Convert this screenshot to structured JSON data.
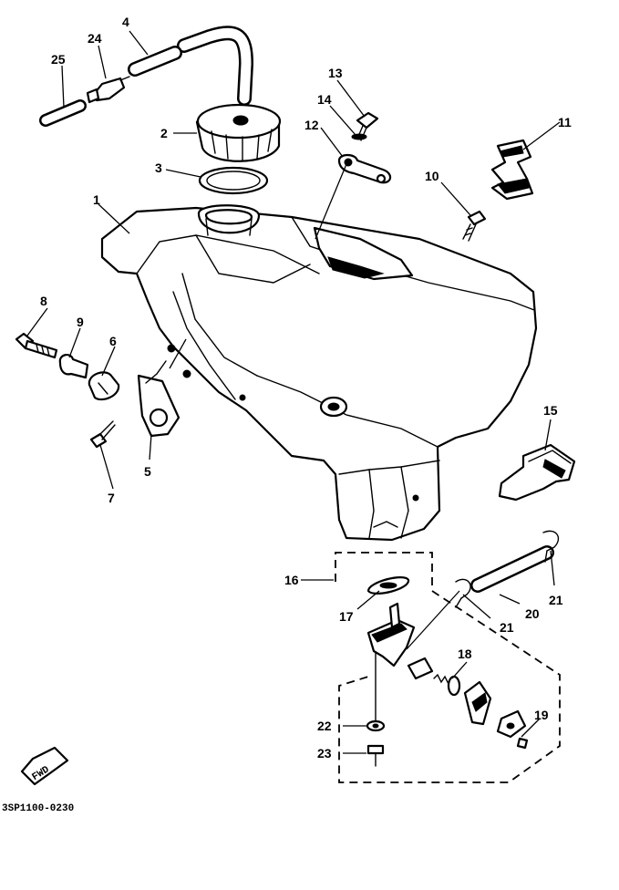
{
  "diagram_code": "3SP1100-0230",
  "fwd_label": "FWD",
  "callouts": [
    {
      "id": "c1",
      "text": "1"
    },
    {
      "id": "c2",
      "text": "2"
    },
    {
      "id": "c3",
      "text": "3"
    },
    {
      "id": "c4",
      "text": "4"
    },
    {
      "id": "c5",
      "text": "5"
    },
    {
      "id": "c6",
      "text": "6"
    },
    {
      "id": "c7",
      "text": "7"
    },
    {
      "id": "c8",
      "text": "8"
    },
    {
      "id": "c9",
      "text": "9"
    },
    {
      "id": "c10",
      "text": "10"
    },
    {
      "id": "c11",
      "text": "11"
    },
    {
      "id": "c12",
      "text": "12"
    },
    {
      "id": "c13",
      "text": "13"
    },
    {
      "id": "c14",
      "text": "14"
    },
    {
      "id": "c15",
      "text": "15"
    },
    {
      "id": "c16",
      "text": "16"
    },
    {
      "id": "c17",
      "text": "17"
    },
    {
      "id": "c18",
      "text": "18"
    },
    {
      "id": "c19",
      "text": "19"
    },
    {
      "id": "c20",
      "text": "20"
    },
    {
      "id": "c21a",
      "text": "21"
    },
    {
      "id": "c21b",
      "text": "21"
    },
    {
      "id": "c22",
      "text": "22"
    },
    {
      "id": "c23",
      "text": "23"
    },
    {
      "id": "c24",
      "text": "24"
    },
    {
      "id": "c25",
      "text": "25"
    }
  ]
}
